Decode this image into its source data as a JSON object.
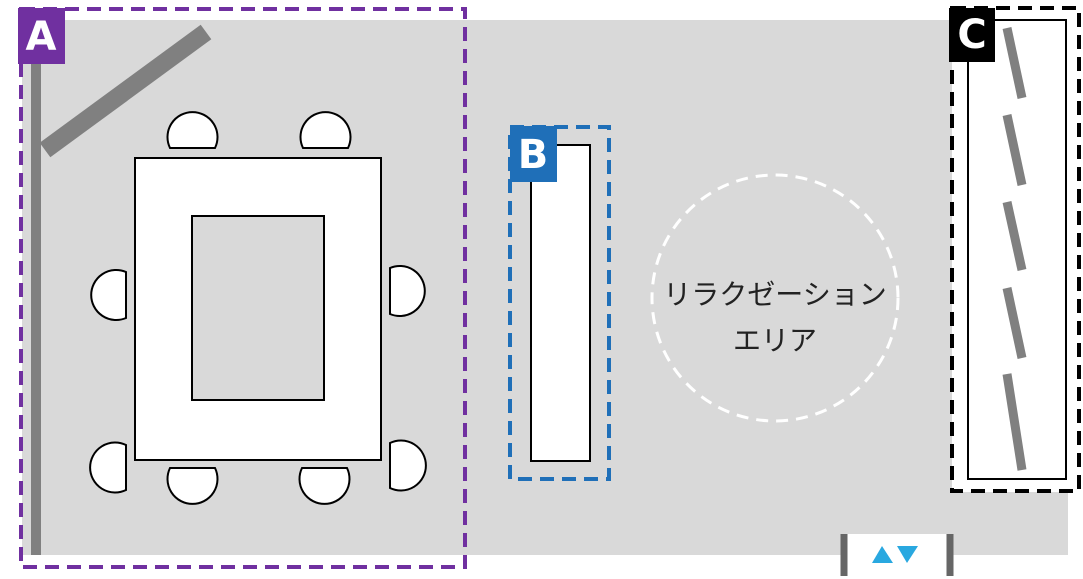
{
  "colors": {
    "floor": "#d9d9d9",
    "wall": "#808080",
    "zone_a": "#7030a0",
    "zone_b": "#1f6fb8",
    "zone_c": "#000000",
    "arrows": "#29a8e0",
    "outline": "#000000"
  },
  "zones": {
    "a": {
      "label": "A"
    },
    "b": {
      "label": "B"
    },
    "c": {
      "label": "C"
    }
  },
  "relaxation_area": {
    "line1": "リラクゼーション",
    "line2": "エリア"
  },
  "entrance": {
    "icon_up": "triangle-up-icon",
    "icon_down": "triangle-down-icon"
  },
  "icons": [
    "chair-icon"
  ]
}
